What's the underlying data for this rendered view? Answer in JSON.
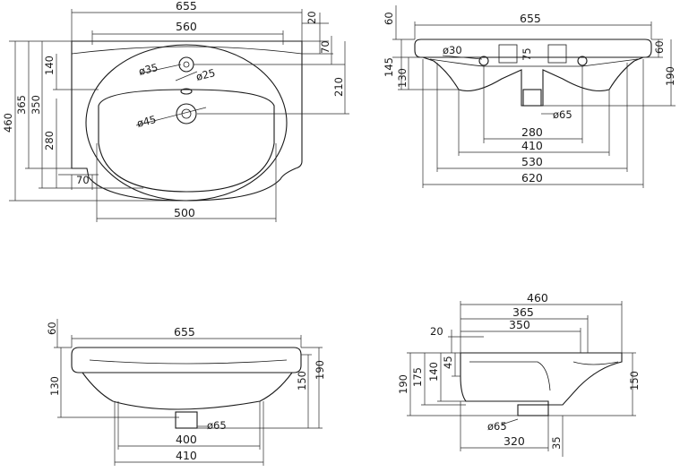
{
  "views": {
    "top": {
      "dims": {
        "overall_width": "655",
        "inner_width": "560",
        "rim_top": "20",
        "rim_offset": "70",
        "depth_total": "460",
        "depth_365": "365",
        "depth_350": "350",
        "depth_280": "280",
        "depth_140": "140",
        "depth_210": "210",
        "notch": "70",
        "bowl_width": "500",
        "hole_35": "ø35",
        "hole_25": "ø25",
        "hole_45": "ø45"
      }
    },
    "front_section": {
      "dims": {
        "overall_width": "655",
        "rim_60_top": "60",
        "rim_60_right": "60",
        "height_145": "145",
        "height_130": "130",
        "height_190": "190",
        "hole_30": "ø30",
        "tap_75": "75",
        "drain_65": "ø65",
        "w_280": "280",
        "w_410": "410",
        "w_530": "530",
        "w_620": "620"
      }
    },
    "front": {
      "dims": {
        "overall_width": "655",
        "rim_60": "60",
        "height_130": "130",
        "height_150": "150",
        "height_190": "190",
        "drain_65": "ø65",
        "w_400": "400",
        "w_410": "410"
      }
    },
    "side": {
      "dims": {
        "d_460": "460",
        "d_365": "365",
        "d_350": "350",
        "rim_20": "20",
        "h_45": "45",
        "h_140": "140",
        "h_175": "175",
        "h_190": "190",
        "h_150": "150",
        "drain_65": "ø65",
        "w_320": "320",
        "h_35": "35"
      }
    }
  }
}
